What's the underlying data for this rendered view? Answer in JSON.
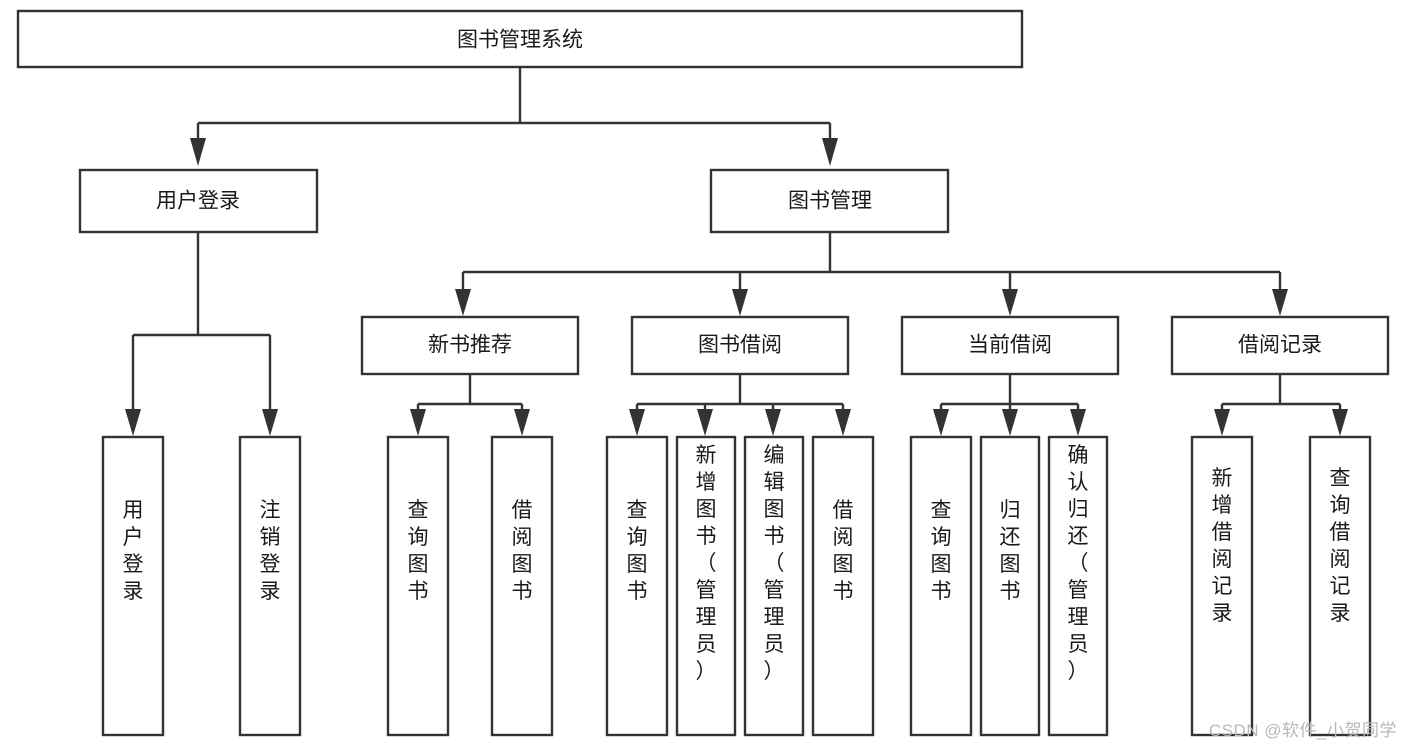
{
  "diagram": {
    "type": "tree-flowchart",
    "title_node": "图书管理系统",
    "watermark": "CSDN @软件_小贺同学",
    "colors": {
      "stroke": "#333333",
      "fill": "#ffffff",
      "text": "#1a1a1a",
      "watermark": "#b9b9b9"
    },
    "levels": {
      "level1": [
        {
          "id": "root",
          "label": "图书管理系统"
        }
      ],
      "level2": [
        {
          "id": "user-login",
          "label": "用户登录"
        },
        {
          "id": "book-manage",
          "label": "图书管理"
        }
      ],
      "level3": [
        {
          "id": "new-book-recommend",
          "label": "新书推荐"
        },
        {
          "id": "book-borrow",
          "label": "图书借阅"
        },
        {
          "id": "current-borrow",
          "label": "当前借阅"
        },
        {
          "id": "borrow-record",
          "label": "借阅记录"
        }
      ],
      "level4": [
        {
          "id": "leaf-user-login",
          "label": "用户登录",
          "parent": "user-login"
        },
        {
          "id": "leaf-logout",
          "label": "注销登录",
          "parent": "user-login"
        },
        {
          "id": "leaf-query-book-1",
          "label": "查询图书",
          "parent": "new-book-recommend"
        },
        {
          "id": "leaf-borrow-book-1",
          "label": "借阅图书",
          "parent": "new-book-recommend"
        },
        {
          "id": "leaf-query-book-2",
          "label": "查询图书",
          "parent": "book-borrow"
        },
        {
          "id": "leaf-add-book",
          "label": "新增图书（管理员）",
          "parent": "book-borrow"
        },
        {
          "id": "leaf-edit-book",
          "label": "编辑图书（管理员）",
          "parent": "book-borrow"
        },
        {
          "id": "leaf-borrow-book-2",
          "label": "借阅图书",
          "parent": "book-borrow"
        },
        {
          "id": "leaf-query-book-3",
          "label": "查询图书",
          "parent": "current-borrow"
        },
        {
          "id": "leaf-return-book",
          "label": "归还图书",
          "parent": "current-borrow"
        },
        {
          "id": "leaf-confirm-return",
          "label": "确认归还（管理员）",
          "parent": "current-borrow"
        },
        {
          "id": "leaf-add-record",
          "label": "新增借阅记录",
          "parent": "borrow-record"
        },
        {
          "id": "leaf-query-record",
          "label": "查询借阅记录",
          "parent": "borrow-record"
        }
      ]
    }
  }
}
